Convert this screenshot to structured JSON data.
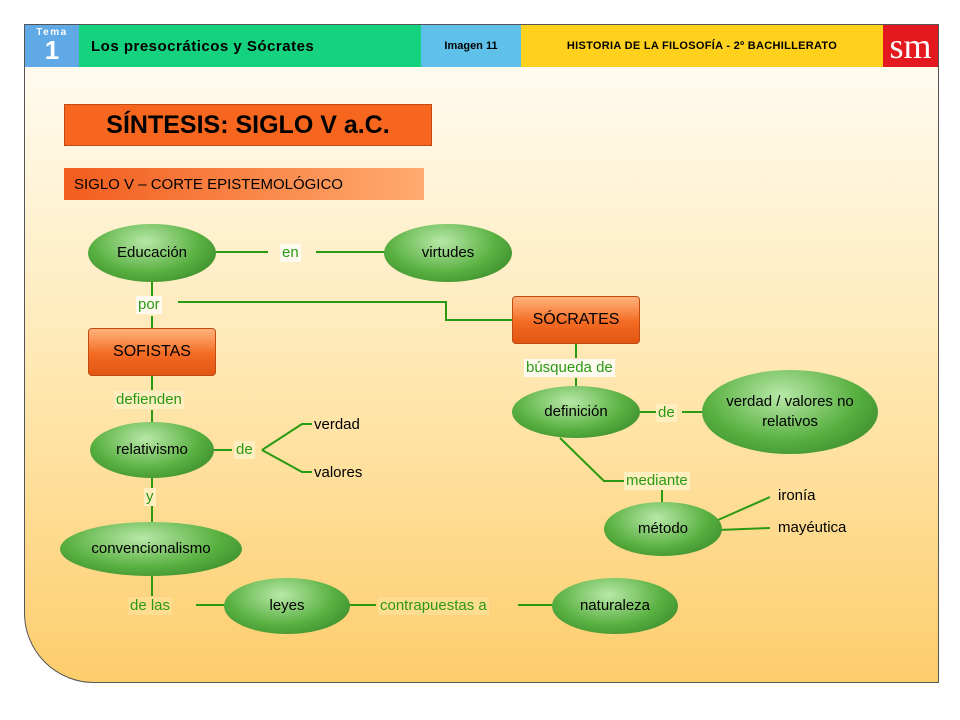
{
  "header": {
    "tema_label": "Tema",
    "tema_number": "1",
    "title": "Los presocráticos y Sócrates",
    "image_label": "Imagen 11",
    "course": "HISTORIA DE LA FILOSOFÍA - 2º BACHILLERATO",
    "logo": "sm"
  },
  "heading": "SÍNTESIS: SIGLO V a.C.",
  "subheading": "SIGLO V – CORTE EPISTEMOLÓGICO",
  "nodes": {
    "educacion": "Educación",
    "virtudes": "virtudes",
    "sofistas": "SOFISTAS",
    "socrates": "SÓCRATES",
    "relativismo": "relativismo",
    "convencionalismo": "convencionalismo",
    "leyes": "leyes",
    "naturaleza": "naturaleza",
    "definicion": "definición",
    "verdad_valores": "verdad / valores no relativos",
    "metodo": "método"
  },
  "links": {
    "en": "en",
    "por": "por",
    "defienden": "defienden",
    "de1": "de",
    "y": "y",
    "de_las": "de las",
    "contrapuestas": "contrapuestas a",
    "busqueda": "búsqueda de",
    "de2": "de",
    "mediante": "mediante"
  },
  "leaves": {
    "verdad": "verdad",
    "valores": "valores",
    "ironia": "ironía",
    "mayeutica": "mayéutica"
  },
  "colors": {
    "accent_orange": "#f6661e",
    "node_green": "#58b040",
    "link_green": "#2a9a12",
    "header_green": "#14d27e",
    "header_blue": "#5fa9e6",
    "header_yellow": "#ffd11c",
    "logo_red": "#e3191f"
  }
}
